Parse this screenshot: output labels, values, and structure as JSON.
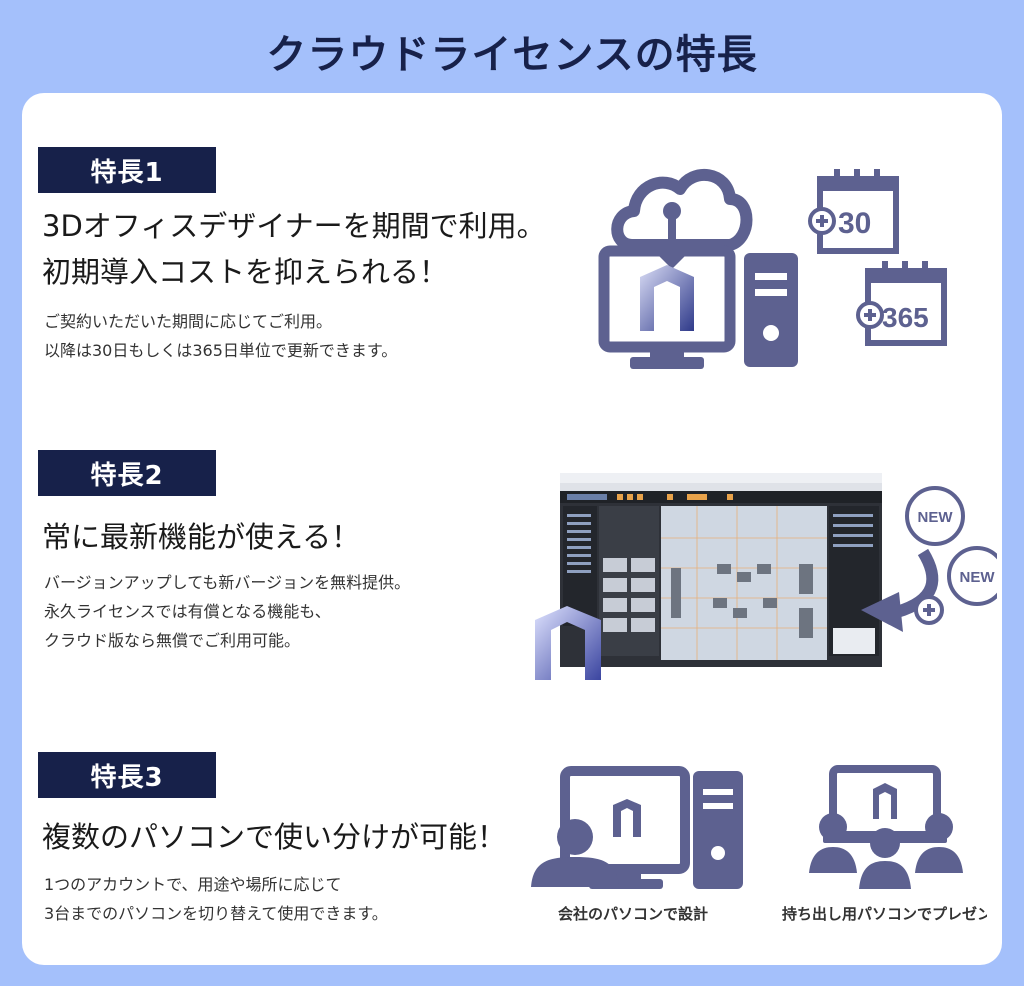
{
  "header": {
    "title": "クラウドライセンスの特長"
  },
  "features": [
    {
      "badge": "特長1",
      "headline": [
        "3Dオフィスデザイナーを期間で利用。",
        "初期導入コストを抑えられる！"
      ],
      "body": [
        "ご契約いただいた期間に応じてご利用。",
        "以降は30日もしくは365日単位で更新できます。"
      ],
      "illustration": {
        "calendar_1": "+30",
        "calendar_1_number": "30",
        "calendar_2": "+365",
        "calendar_2_number": "365"
      }
    },
    {
      "badge": "特長2",
      "headline": [
        "常に最新機能が使える！"
      ],
      "body": [
        "バージョンアップしても新バージョンを無料提供。",
        "永久ライセンスでは有償となる機能も、",
        "クラウド版なら無償でご利用可能。"
      ],
      "illustration": {
        "new_badge_1": "NEW",
        "new_badge_2": "NEW"
      }
    },
    {
      "badge": "特長3",
      "headline": [
        "複数のパソコンで使い分けが可能！"
      ],
      "body": [
        "1つのアカウントで、用途や場所に応じて",
        "3台までのパソコンを切り替えて使用できます。"
      ],
      "illustration": {
        "caption_1": "会社のパソコンで設計",
        "caption_2": "持ち出し用パソコンでプレゼン"
      }
    }
  ],
  "colors": {
    "background": "#a4c0fb",
    "navy": "#17214a",
    "icon": "#5d6190",
    "app_dark": "#2e3138",
    "app_floor": "#cfd7e2",
    "app_accent": "#e8a24a"
  }
}
